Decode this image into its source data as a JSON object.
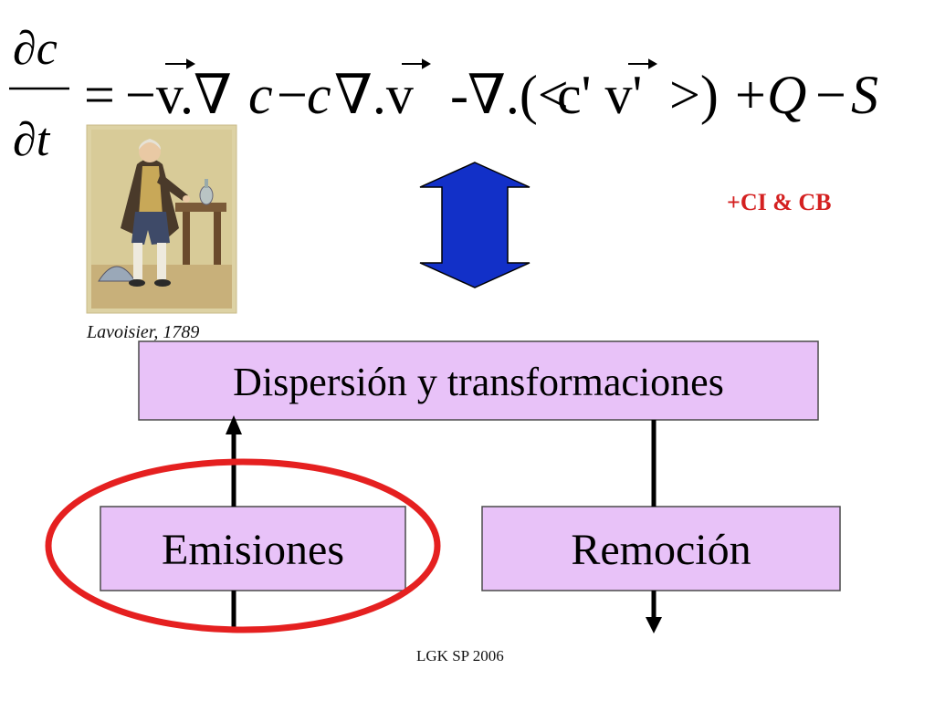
{
  "equation": {
    "numerator": "∂c",
    "denominator": "∂t",
    "rhs": [
      "=",
      "−v.∇",
      "c",
      "−",
      "c",
      "∇.v",
      "-",
      "∇.(<",
      "c' v'",
      ">)",
      "+",
      "Q",
      "−",
      "S"
    ]
  },
  "portrait": {
    "caption": "Lavoisier, 1789"
  },
  "conditions_label": "+CI & CB",
  "boxes": {
    "dispersion": "Dispersión y transformaciones",
    "emissions": "Emisiones",
    "removal": "Remoción"
  },
  "footer": "LGK SP 2006",
  "colors": {
    "box_fill": "#e8c2f8",
    "arrow_blue": "#1230c8",
    "highlight_red": "#e52020",
    "conditions_red": "#d42020"
  },
  "icons": {
    "double_arrow": "vertical-double-arrow-icon",
    "portrait": "lavoisier-engraving"
  }
}
